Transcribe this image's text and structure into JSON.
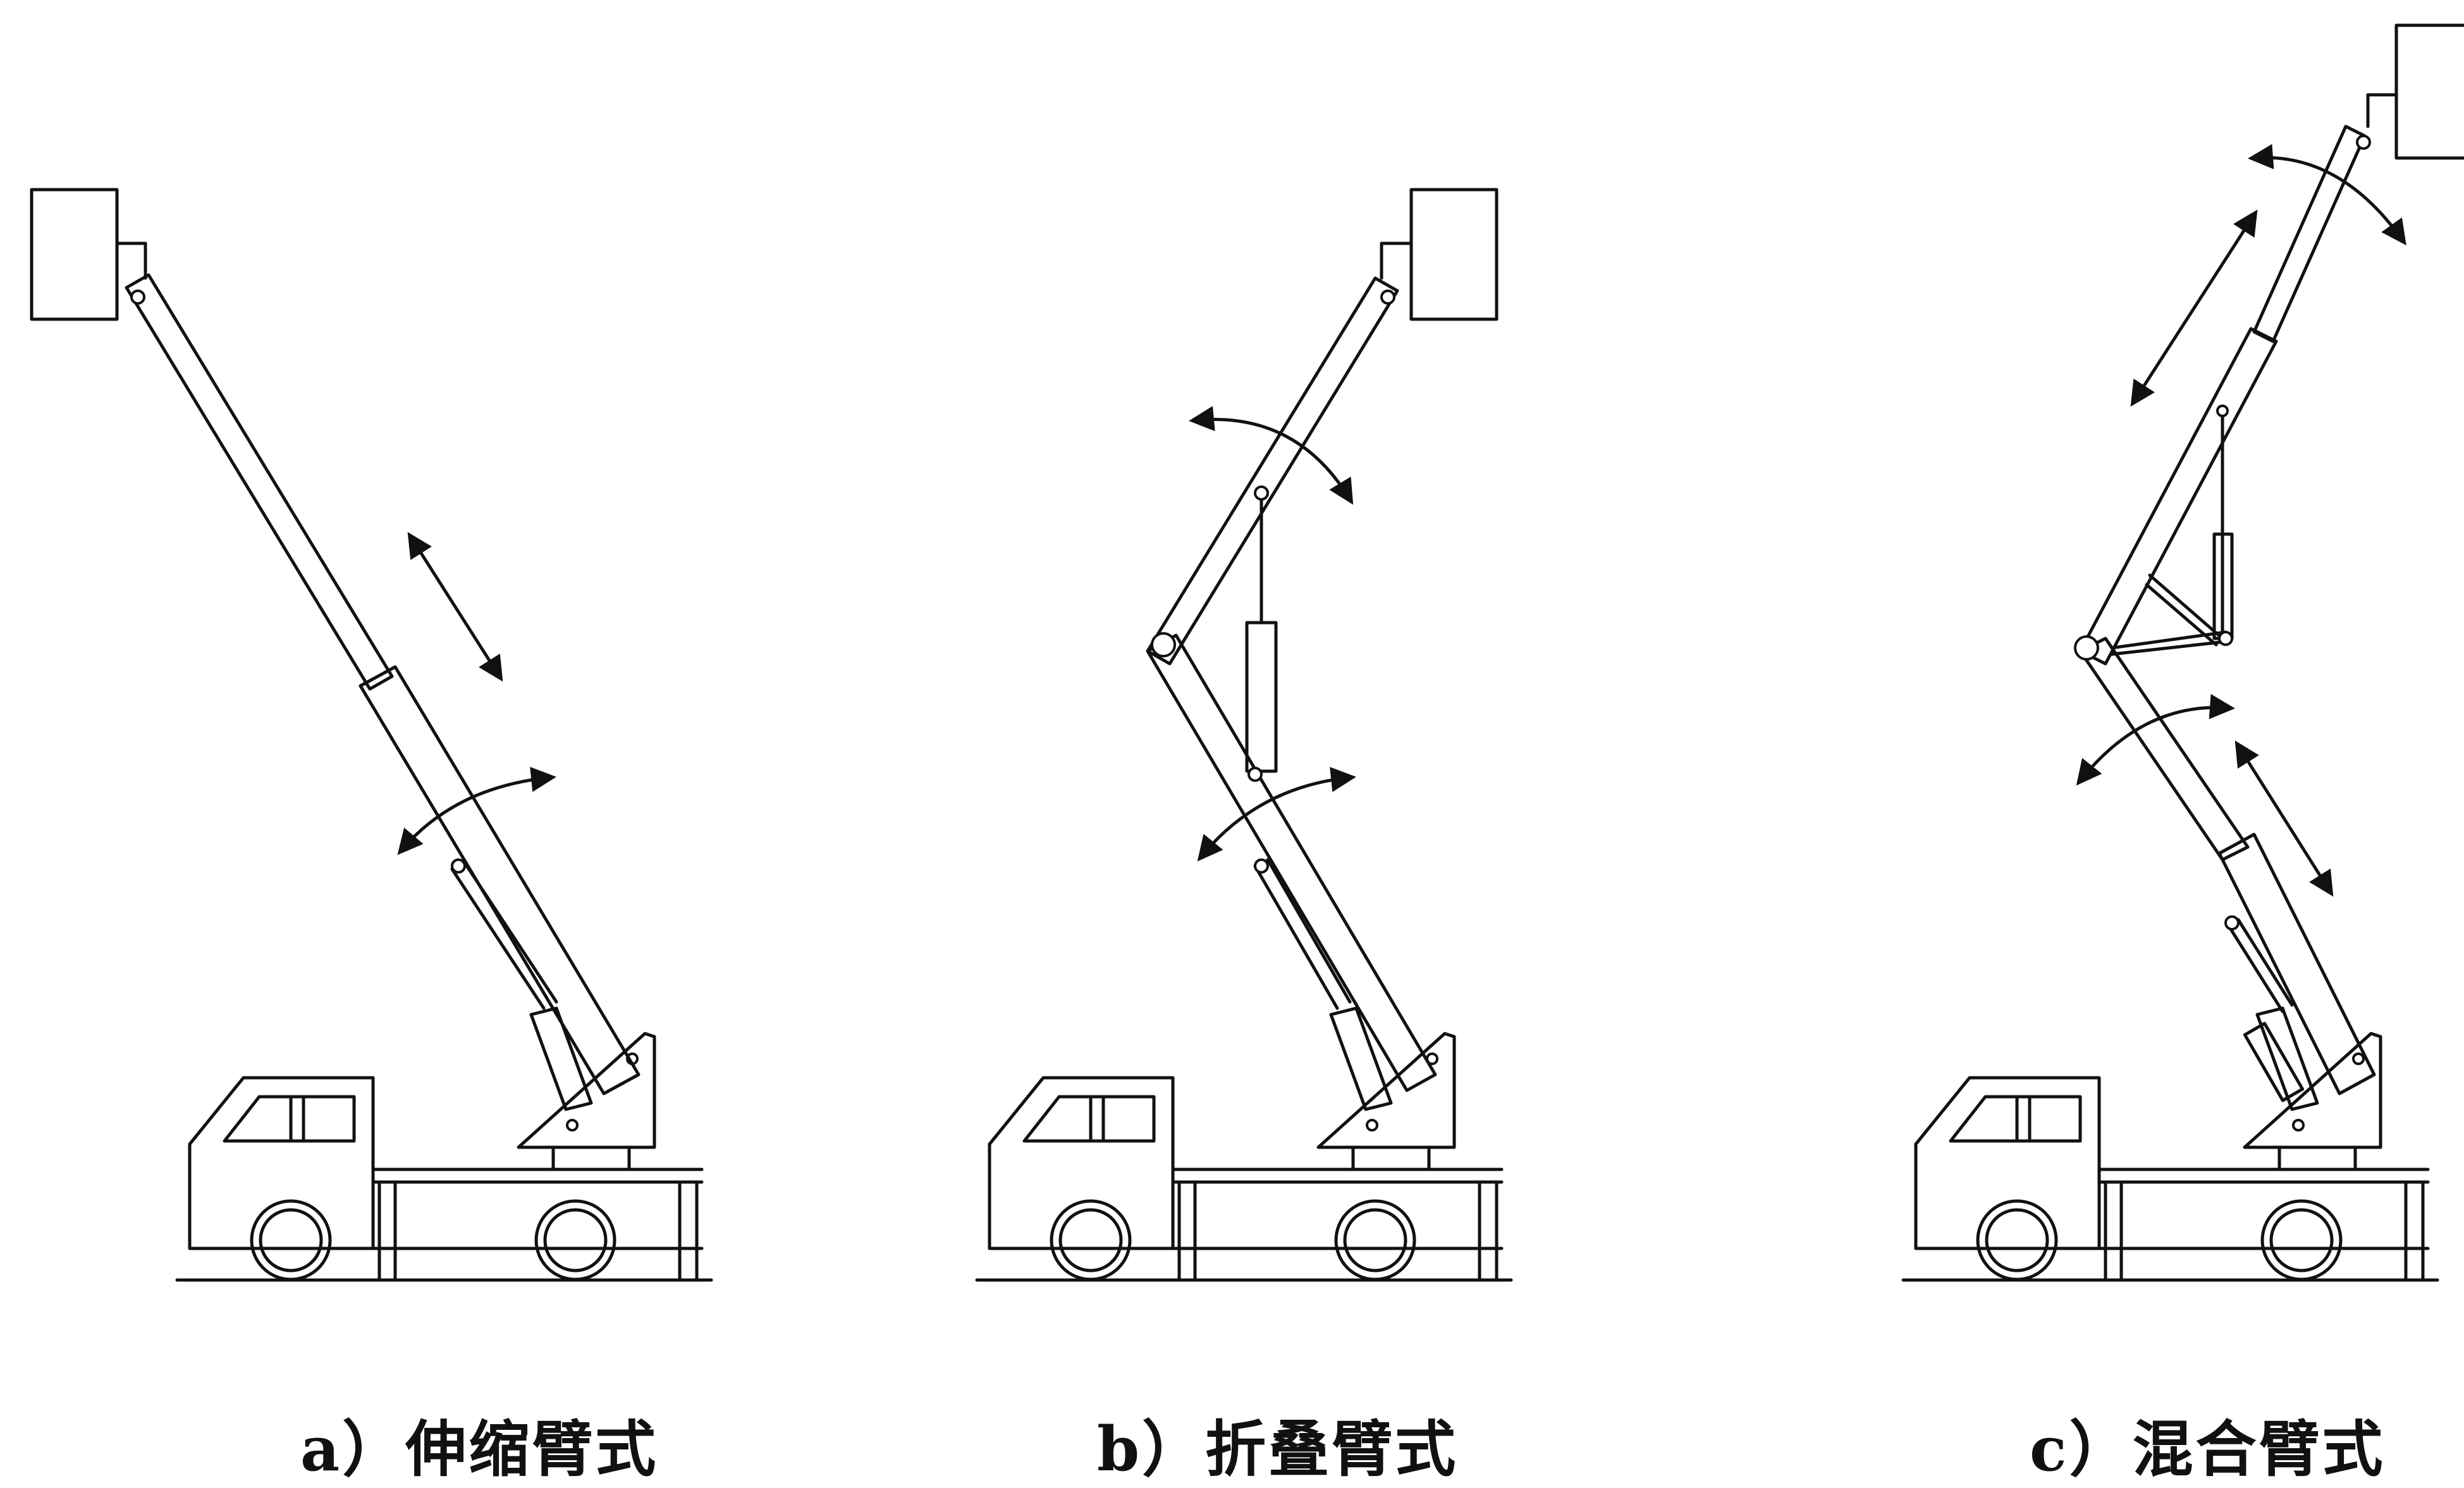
{
  "captions": {
    "a": "a）伸缩臂式",
    "b": "b）折叠臂式",
    "c": "c）混合臂式"
  },
  "colors": {
    "line": "#111111",
    "background": "#ffffff"
  }
}
